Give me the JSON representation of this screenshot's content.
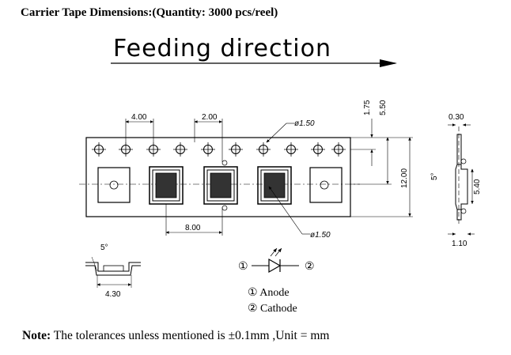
{
  "title": "Carrier Tape Dimensions:(Quantity: 3000 pcs/reel)",
  "feeding_direction": "Feeding direction",
  "dims": {
    "pitch_hole": "4.00",
    "hole_to_pocket": "2.00",
    "hole_dia": "ø1.50",
    "pocket_pitch": "8.00",
    "pocket_hole_dia": "ø1.50",
    "edge_to_hole": "1.75",
    "edge_to_pocket": "5.50",
    "tape_width": "12.00",
    "thickness": "0.30",
    "angle_side": "5°",
    "pocket_depth": "5.40",
    "cover_thick": "1.10",
    "angle_front": "5°",
    "pocket_width": "4.30"
  },
  "legend": {
    "num1": "①",
    "num2": "②",
    "anode": "① Anode",
    "cathode": "② Cathode"
  },
  "note": {
    "label": "Note:",
    "text": " The tolerances unless mentioned is  ±0.1mm ,Unit = mm"
  }
}
